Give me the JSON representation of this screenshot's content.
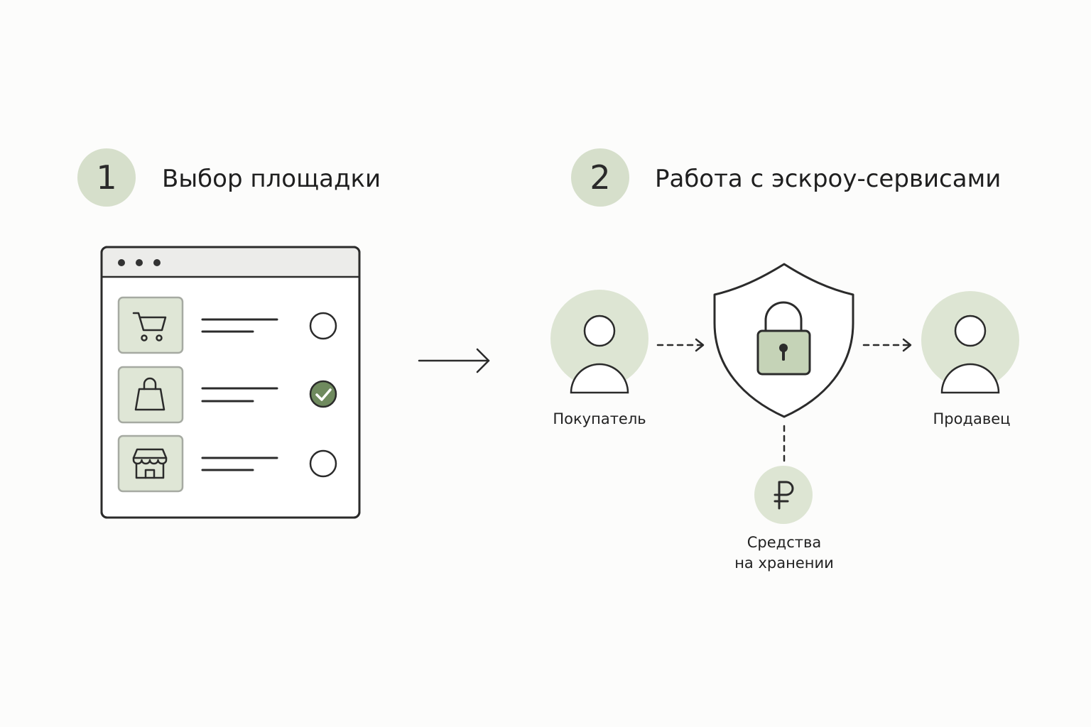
{
  "steps": [
    {
      "number": "1",
      "title": "Выбор площадки"
    },
    {
      "number": "2",
      "title": "Работа с эскроу-сервисами"
    }
  ],
  "platforms": [
    {
      "icon": "shopping-cart-icon",
      "selected": false
    },
    {
      "icon": "shopping-bag-icon",
      "selected": true
    },
    {
      "icon": "storefront-icon",
      "selected": false
    }
  ],
  "escrow": {
    "buyer_label": "Покупатель",
    "seller_label": "Продавец",
    "funds_line1": "Средства",
    "funds_line2": "на хранении",
    "currency_icon": "ruble-icon",
    "lock_icon": "padlock-icon",
    "shield_icon": "shield-icon"
  },
  "colors": {
    "accent_light": "#d6dfcb",
    "accent_fill": "#c5d3b7",
    "accent_dark": "#6f8a5e",
    "stroke": "#2b2b2b"
  }
}
